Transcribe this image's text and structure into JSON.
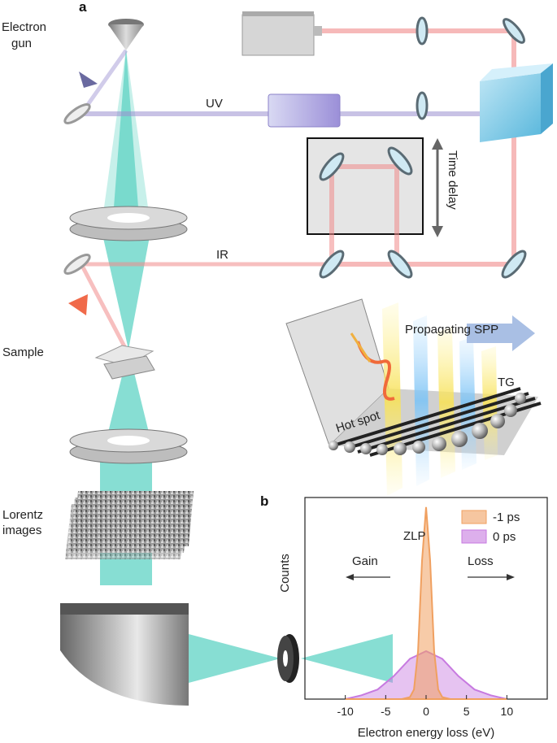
{
  "panel_a": {
    "letter": "a",
    "electron_gun": [
      "Electron",
      "gun"
    ],
    "uv": "UV",
    "ir": "IR",
    "time_delay": "Time delay",
    "sample": "Sample",
    "lorentz": [
      "Lorentz",
      "images"
    ],
    "propagating_spp": "Propagating SPP",
    "tg": "TG",
    "hot_spot": "Hot spot"
  },
  "panel_b": {
    "letter": "b",
    "counts": "Counts",
    "gain": "Gain",
    "loss": "Loss",
    "zlp": "ZLP"
  },
  "colors": {
    "electron_beam": "#5fd3c4",
    "uv_beam": "#9a8fd0",
    "ir_beam": "#f08a8a",
    "orange": "#f0a060",
    "purple": "#c77ae0"
  },
  "chart_data": {
    "type": "area",
    "xlabel": "Electron energy loss (eV)",
    "ylabel": "Counts",
    "xlim": [
      -15,
      15
    ],
    "xticks": [
      -10,
      -5,
      0,
      5,
      10
    ],
    "ylim": [
      0,
      1.05
    ],
    "grid": false,
    "legend_position": "top-right",
    "series": [
      {
        "name": "-1 ps",
        "color": "#f0a060",
        "x": [
          -10,
          -3,
          -2,
          -1.5,
          -1,
          -0.5,
          0,
          0.5,
          1,
          1.5,
          2,
          3,
          10
        ],
        "y": [
          0,
          0,
          0.01,
          0.05,
          0.25,
          0.72,
          1.0,
          0.72,
          0.25,
          0.05,
          0.01,
          0,
          0
        ]
      },
      {
        "name": "0 ps",
        "color": "#c77ae0",
        "x": [
          -10,
          -8,
          -6,
          -4,
          -2,
          0,
          2,
          4,
          6,
          8,
          10
        ],
        "y": [
          0,
          0.02,
          0.05,
          0.12,
          0.21,
          0.25,
          0.21,
          0.12,
          0.05,
          0.02,
          0
        ]
      }
    ]
  }
}
